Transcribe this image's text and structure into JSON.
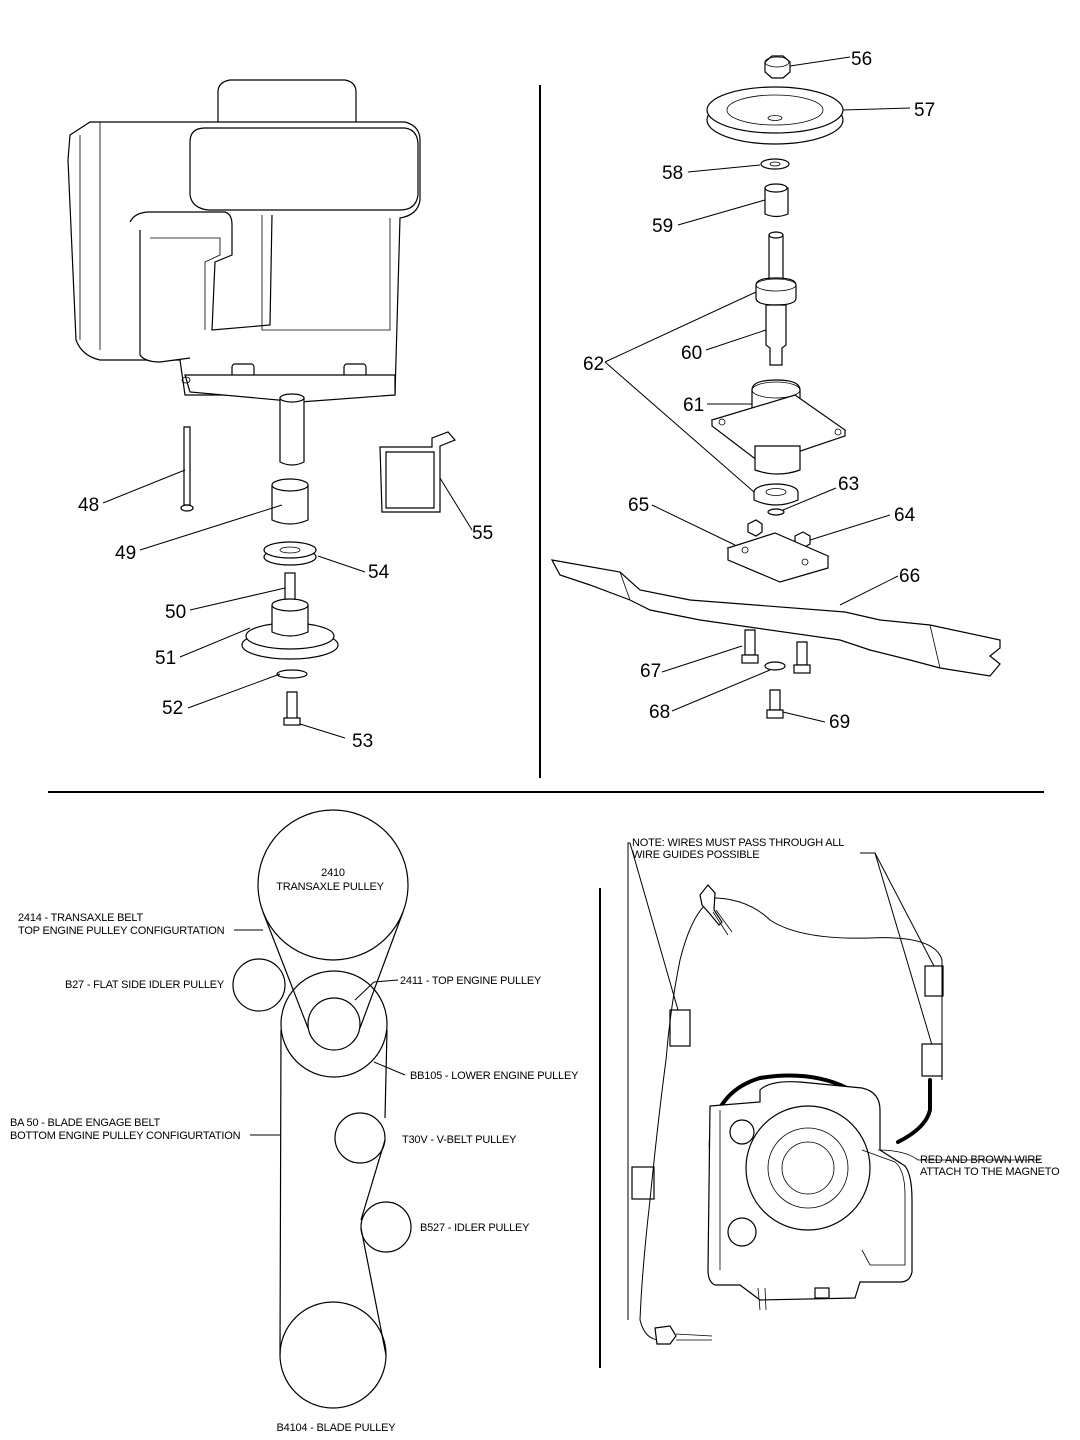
{
  "parts": {
    "p48": "48",
    "p49": "49",
    "p50": "50",
    "p51": "51",
    "p52": "52",
    "p53": "53",
    "p54": "54",
    "p55": "55",
    "p56": "56",
    "p57": "57",
    "p58": "58",
    "p59": "59",
    "p60": "60",
    "p61": "61",
    "p62": "62",
    "p63": "63",
    "p64": "64",
    "p65": "65",
    "p66": "66",
    "p67": "67",
    "p68": "68",
    "p69": "69"
  },
  "belt_diagram": {
    "transaxle_pulley_line1": "2410",
    "transaxle_pulley_line2": "TRANSAXLE PULLEY",
    "transaxle_belt_line1": "2414 - TRANSAXLE BELT",
    "transaxle_belt_line2": "TOP ENGINE PULLEY CONFIGURTATION",
    "flat_idler": "B27  - FLAT SIDE IDLER PULLEY",
    "top_engine_pulley": "2411 - TOP ENGINE PULLEY",
    "lower_engine_pulley": "BB105 - LOWER ENGINE PULLEY",
    "blade_belt_line1": "BA 50 - BLADE ENGAGE BELT",
    "blade_belt_line2": "BOTTOM ENGINE PULLEY CONFIGURTATION",
    "vbelt_pulley": "T30V  - V-BELT PULLEY",
    "idler_pulley": "B527 - IDLER PULLEY",
    "blade_pulley": "B4104  - BLADE PULLEY"
  },
  "wiring": {
    "note_line1": "NOTE: WIRES MUST PASS THROUGH ALL",
    "note_line2": "WIRE GUIDES POSSIBLE",
    "magneto_line1": "RED AND BROWN WIRE",
    "magneto_line2": "ATTACH TO THE MAGNETO"
  }
}
